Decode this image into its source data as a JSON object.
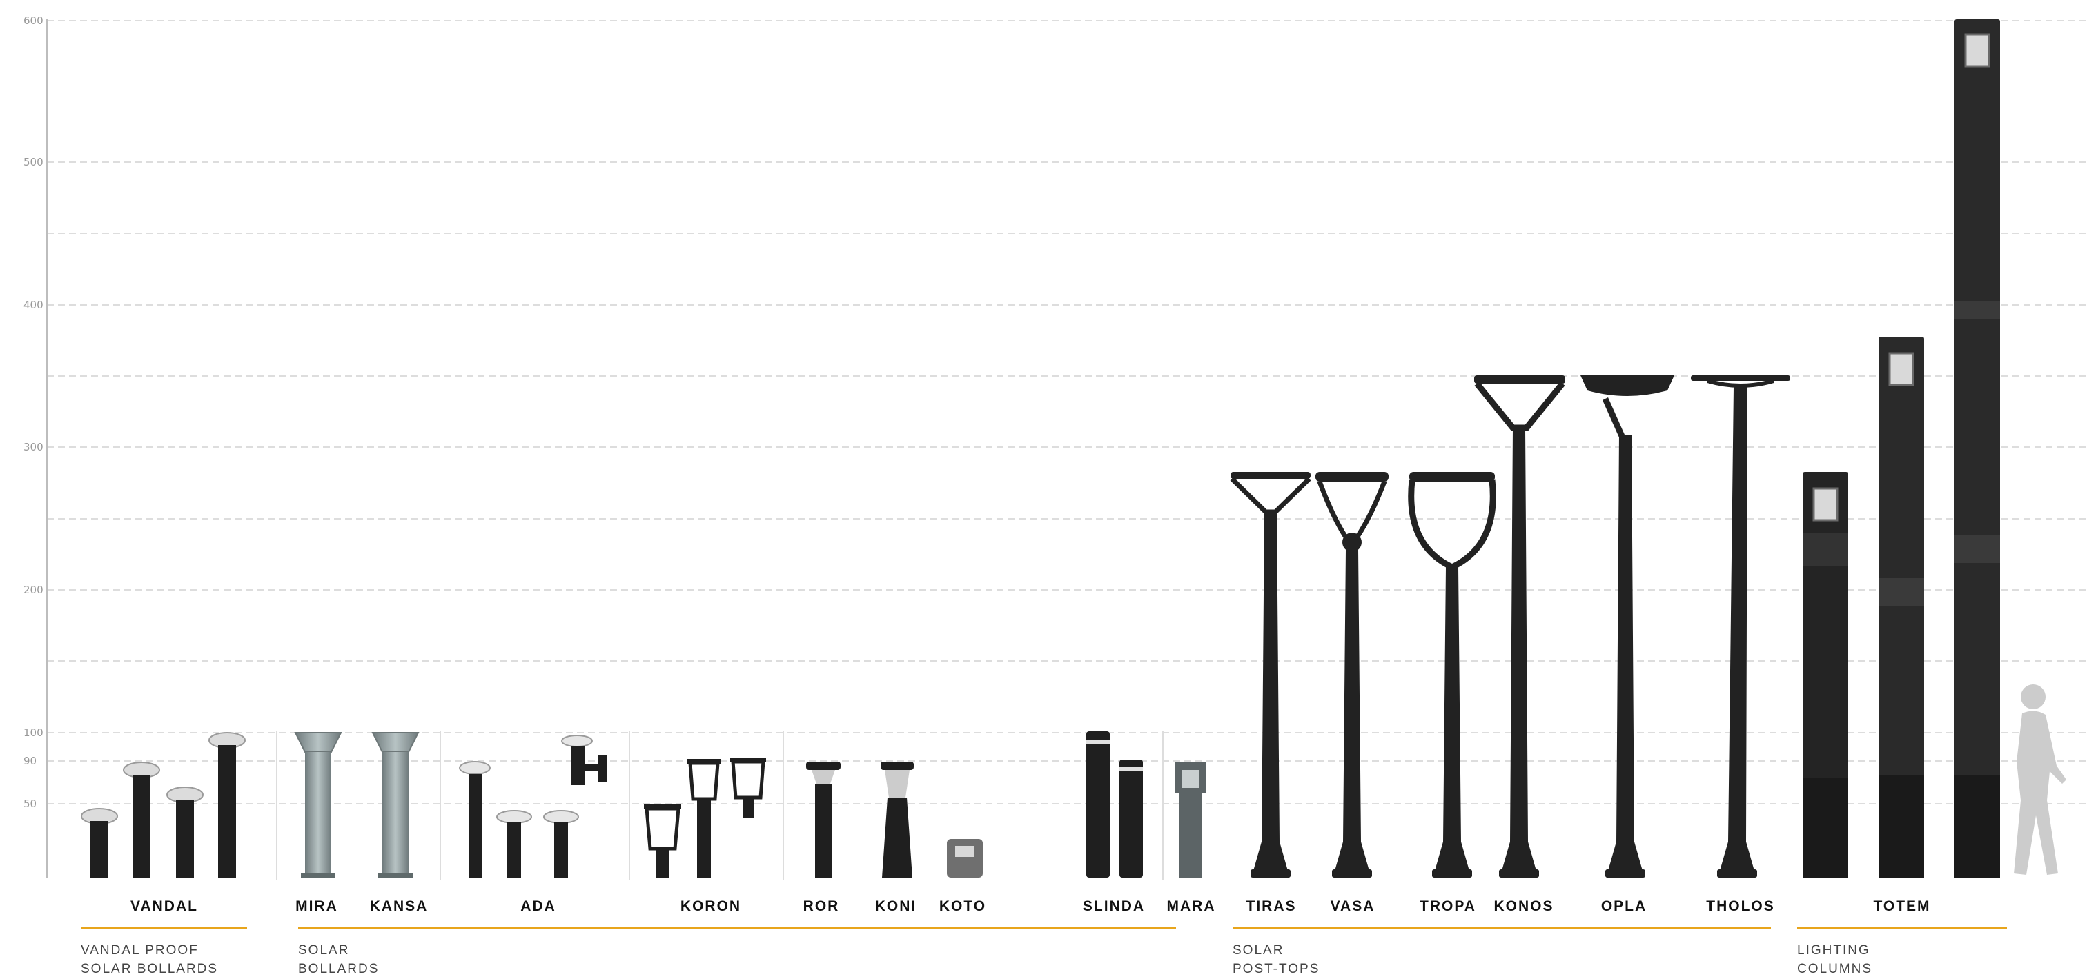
{
  "axis": {
    "ticks": [
      "100",
      "90",
      "50",
      "200",
      "300",
      "400",
      "500",
      "600"
    ]
  },
  "products": [
    {
      "name": "VANDAL",
      "group": 0
    },
    {
      "name": "MIRA",
      "group": 1
    },
    {
      "name": "KANSA",
      "group": 1
    },
    {
      "name": "ADA",
      "group": 1
    },
    {
      "name": "KORON",
      "group": 1
    },
    {
      "name": "ROR",
      "group": 1
    },
    {
      "name": "KONI",
      "group": 1
    },
    {
      "name": "KOTO",
      "group": 1
    },
    {
      "name": "SLINDA",
      "group": 1
    },
    {
      "name": "MARA",
      "group": 1
    },
    {
      "name": "TIRAS",
      "group": 2
    },
    {
      "name": "VASA",
      "group": 2
    },
    {
      "name": "TROPA",
      "group": 2
    },
    {
      "name": "KONOS",
      "group": 2
    },
    {
      "name": "OPLA",
      "group": 2
    },
    {
      "name": "THOLOS",
      "group": 2
    },
    {
      "name": "TOTEM",
      "group": 3
    }
  ],
  "groups": [
    {
      "line1": "VANDAL PROOF",
      "line2": "SOLAR BOLLARDS"
    },
    {
      "line1": "SOLAR",
      "line2": "BOLLARDS"
    },
    {
      "line1": "SOLAR",
      "line2": "POST-TOPS"
    },
    {
      "line1": "LIGHTING",
      "line2": "COLUMNS"
    }
  ],
  "colors": {
    "accent_line": "#e8a51c",
    "fixture_dark": "#1f1f1f",
    "fixture_gray": "#8f9a9c",
    "grid": "#dddddd",
    "silhouette": "#cccccc"
  },
  "icons": [
    "person-silhouette-icon"
  ]
}
